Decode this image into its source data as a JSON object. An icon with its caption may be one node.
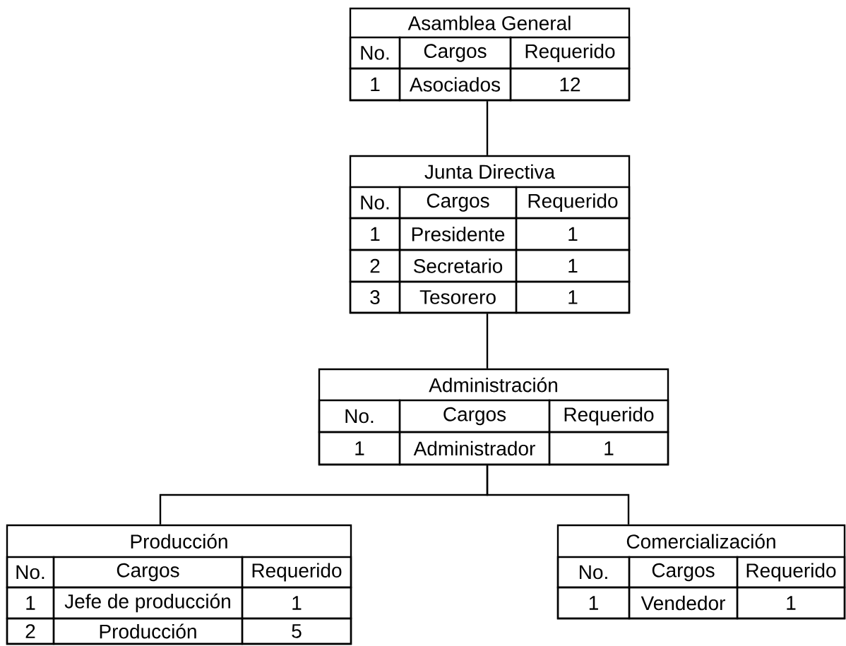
{
  "diagram": {
    "nodes": [
      {
        "text": [
          "Asamblea General",
          "No.",
          "Cargos",
          "Requerido",
          "1",
          "Asociados",
          "12"
        ]
      },
      {
        "text": [
          "Junta Directiva",
          "No.",
          "Cargos",
          "Requerido",
          "1",
          "Presidente",
          "1",
          "2",
          "Secretario",
          "1",
          "3",
          "Tesorero",
          "1"
        ]
      },
      {
        "text": [
          "Administración",
          "No.",
          "Cargos",
          "Requerido",
          "1",
          "Administrador",
          "1"
        ]
      },
      {
        "text": [
          "Producción",
          "No.",
          "Cargos",
          "Requerido",
          "1",
          "Jefe de producción",
          "1",
          "2",
          "Producción",
          "5"
        ]
      },
      {
        "text": [
          "Comercialización",
          "No.",
          "Cargos",
          "Requerido",
          "1",
          "Vendedor",
          "1"
        ]
      }
    ],
    "edges": [
      {
        "from": 0,
        "to": 1,
        "arrow": "none"
      },
      {
        "from": 1,
        "to": 2,
        "arrow": "none"
      },
      {
        "from": 2,
        "to": 3,
        "arrow": "none"
      },
      {
        "from": 2,
        "to": 4,
        "arrow": "none"
      }
    ]
  }
}
